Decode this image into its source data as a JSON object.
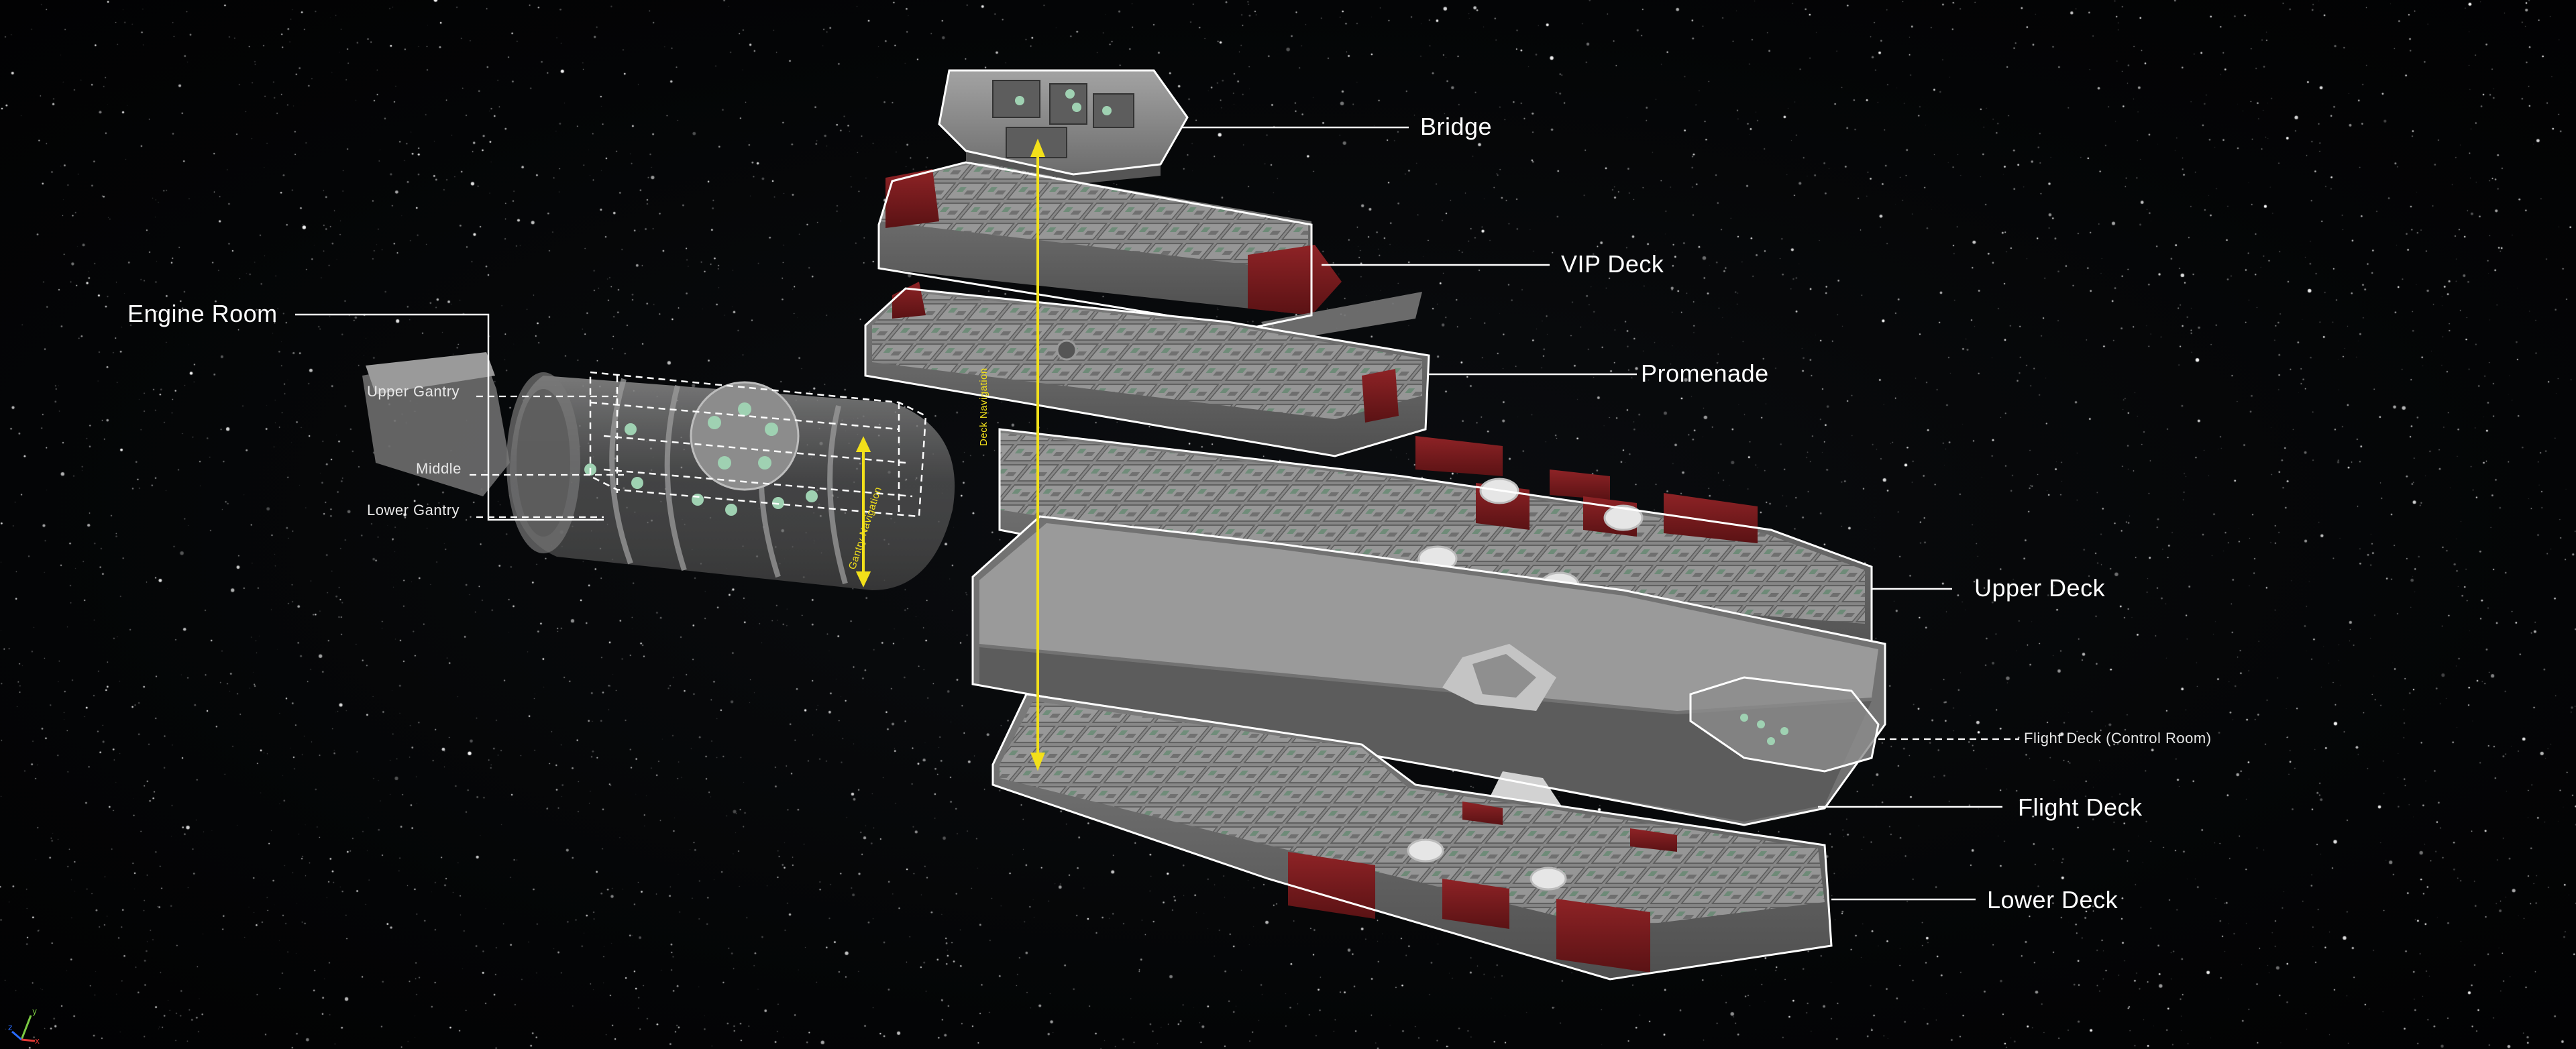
{
  "labels": {
    "bridge": "Bridge",
    "vip_deck": "VIP Deck",
    "promenade": "Promenade",
    "engine_room": "Engine Room",
    "upper_gantry": "Upper Gantry",
    "middle": "Middle",
    "lower_gantry": "Lower Gantry",
    "upper_deck": "Upper Deck",
    "flight_deck_control_room": "Flight Deck (Control Room)",
    "flight_deck": "Flight Deck",
    "lower_deck": "Lower Deck",
    "deck_navigation": "Deck Navigation",
    "gantry_navigation": "Gantry Navigation"
  },
  "axis_gizmo": {
    "y": "y",
    "z": "z",
    "x": "x"
  },
  "colors": {
    "background": "#050607",
    "hull_grey": "#8c8c8c",
    "hull_dark": "#5e5e5e",
    "accent_red": "#7a1c1e",
    "outline": "#ffffff",
    "navigation_arrow": "#f2e01a",
    "glass": "#9fb7a8"
  }
}
